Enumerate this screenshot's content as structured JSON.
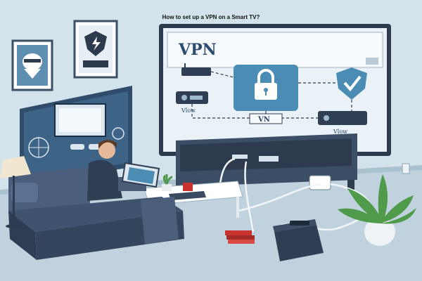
{
  "title": "How to set up a VPN on a Smart TV?",
  "tv": {
    "heading": "VPN",
    "center_label": "VN",
    "left_device_label": "Vlow",
    "right_device_label": "Vlow"
  },
  "icons": {
    "lock": "lock-icon",
    "shield": "shield-check-icon",
    "wall_frame_left": "hacker-mask-icon",
    "wall_frame_right": "shield-lightning-icon"
  },
  "colors": {
    "wall": "#cfe0ea",
    "floor": "#b9ccd7",
    "sofa": "#3f526e",
    "tv_frame": "#2e3b4e",
    "screen_bg": "#e9f1f7",
    "accent_blue": "#4a8cb3",
    "plant_green": "#4f9a4b",
    "mug_red": "#c8332f"
  }
}
